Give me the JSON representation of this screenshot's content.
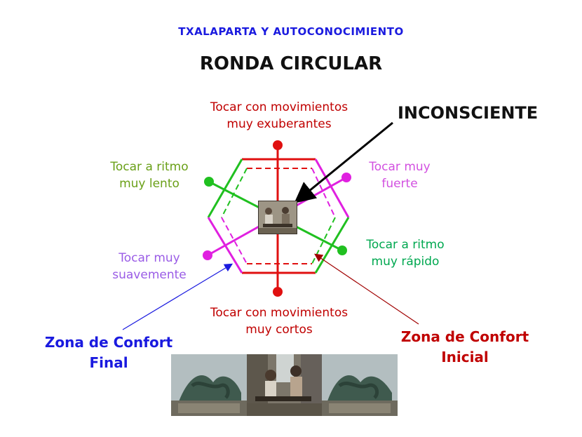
{
  "header": "TXALAPARTA Y AUTOCONOCIMIENTO",
  "title": "RONDA CIRCULAR",
  "center_label": "INCONSCIENTE",
  "labels": {
    "top": [
      "Tocar con movimientos",
      "muy exuberantes"
    ],
    "bottom": [
      "Tocar con movimientos",
      "muy cortos"
    ],
    "upper_left": [
      "Tocar a ritmo",
      "muy lento"
    ],
    "upper_right": [
      "Tocar muy",
      "fuerte"
    ],
    "lower_left": [
      "Tocar muy",
      "suavemente"
    ],
    "lower_right": [
      "Tocar a ritmo",
      "muy rápido"
    ]
  },
  "zones": {
    "final": [
      "Zona de Confort",
      "Final"
    ],
    "initial": [
      "Zona de Confort",
      "Inicial"
    ]
  },
  "colors": {
    "red_axis": "#e01010",
    "magenta_axis": "#e020e0",
    "green_axis": "#20c020",
    "blue_text": "#1a1adf",
    "dark_red_text": "#c00000"
  }
}
